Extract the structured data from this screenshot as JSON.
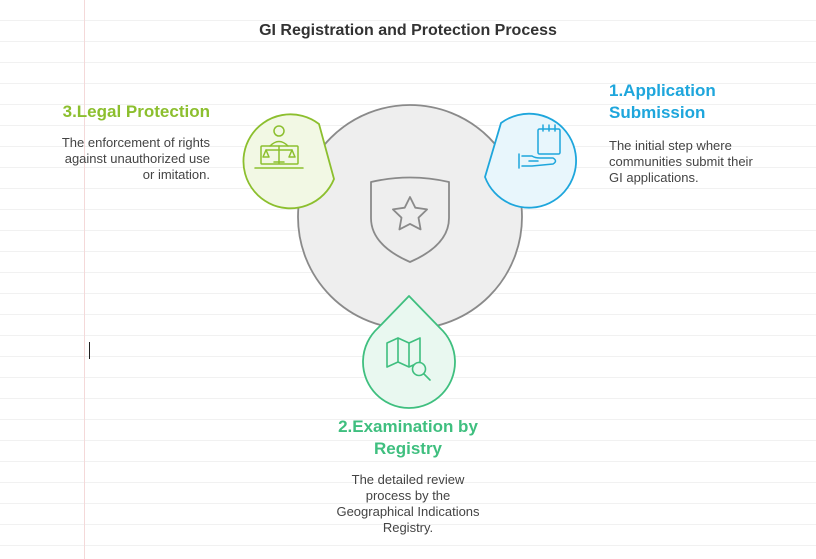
{
  "title": "GI Registration and Protection Process",
  "colors": {
    "application": "#1ea6dc",
    "examination": "#3fbf7f",
    "legal": "#8cbf2e",
    "center": "#8a8a8a"
  },
  "icons": {
    "center": "shield-star-icon",
    "application": "calendar-hand-icon",
    "examination": "map-search-icon",
    "legal": "judge-scales-icon"
  },
  "steps": {
    "application": {
      "title": "1.Application Submission",
      "description": "The initial step where communities submit their GI applications."
    },
    "examination": {
      "title": "2.Examination by Registry",
      "description": "The detailed review process by the Geographical Indications Registry."
    },
    "legal": {
      "title": "3.Legal Protection",
      "description": "The enforcement of rights against unauthorized use or imitation."
    }
  }
}
